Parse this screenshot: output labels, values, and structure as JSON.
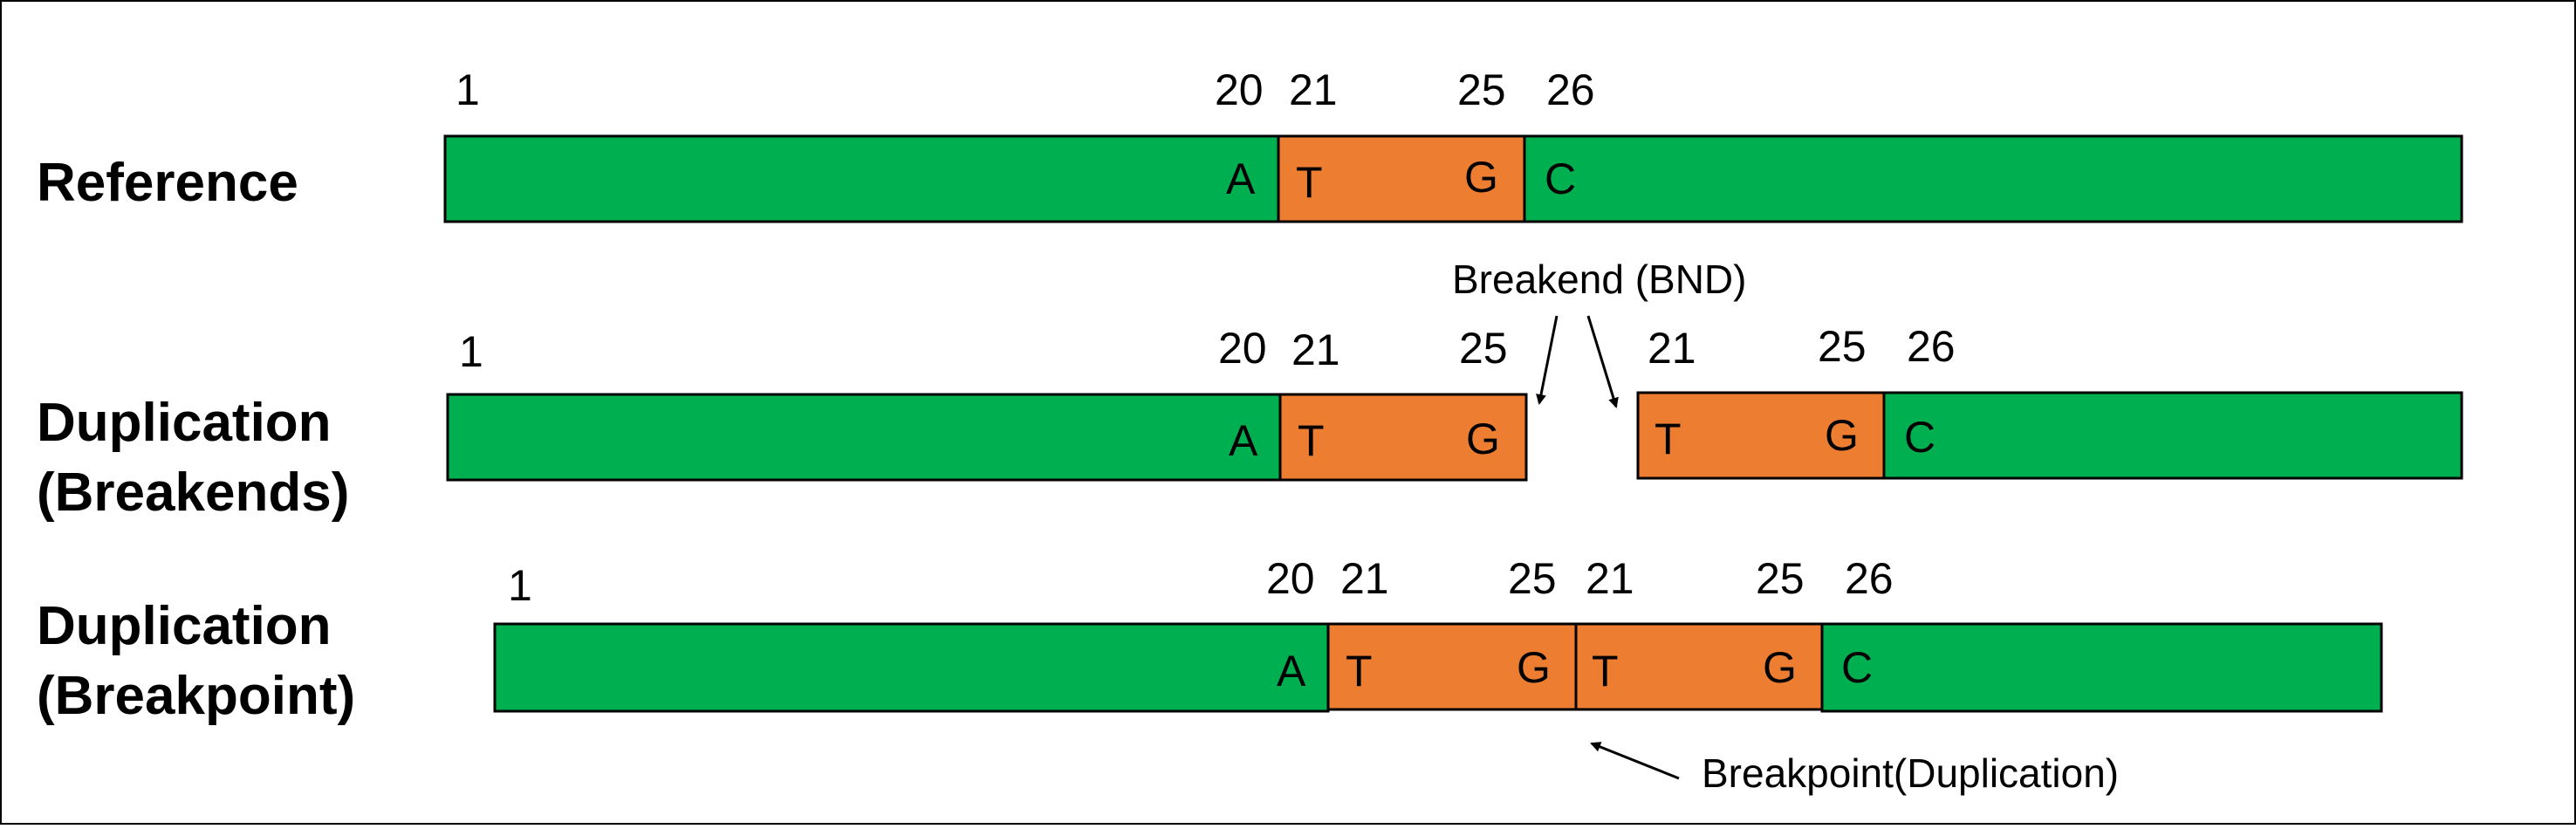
{
  "rows": {
    "reference": {
      "label": "Reference"
    },
    "dup_breakends": {
      "label_line1": "Duplication",
      "label_line2": "(Breakends)"
    },
    "dup_breakpoint": {
      "label_line1": "Duplication",
      "label_line2": "(Breakpoint)"
    }
  },
  "positions": {
    "ref": [
      "1",
      "20",
      "21",
      "25",
      "26"
    ],
    "breakends": [
      "1",
      "20",
      "21",
      "25",
      "21",
      "25",
      "26"
    ],
    "breakpoint": [
      "1",
      "20",
      "21",
      "25",
      "21",
      "25",
      "26"
    ]
  },
  "bases": {
    "ref": [
      "A",
      "T",
      "G",
      "C"
    ],
    "breakends": [
      "A",
      "T",
      "G",
      "T",
      "G",
      "C"
    ],
    "breakpoint": [
      "A",
      "T",
      "G",
      "T",
      "G",
      "C"
    ]
  },
  "annotations": {
    "breakend": "Breakend (BND)",
    "breakpoint": "Breakpoint(Duplication)"
  },
  "colors": {
    "green": "#00B050",
    "orange": "#ED7D31",
    "outline": "#000000"
  }
}
